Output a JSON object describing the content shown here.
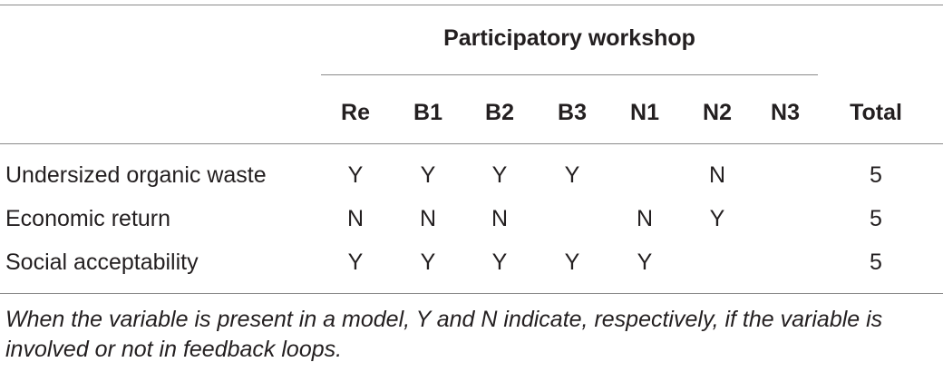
{
  "table": {
    "group_header": "Participatory workshop",
    "columns": [
      "Re",
      "B1",
      "B2",
      "B3",
      "N1",
      "N2",
      "N3",
      "Total"
    ],
    "rows": [
      {
        "label": "Undersized organic waste",
        "cells": [
          "Y",
          "Y",
          "Y",
          "Y",
          "",
          "N",
          "",
          "5"
        ]
      },
      {
        "label": "Economic return",
        "cells": [
          "N",
          "N",
          "N",
          "",
          "N",
          "Y",
          "",
          "5"
        ]
      },
      {
        "label": "Social acceptability",
        "cells": [
          "Y",
          "Y",
          "Y",
          "Y",
          "Y",
          "",
          "",
          "5"
        ]
      }
    ]
  },
  "footnote": "When the variable is present in a model, Y and N indicate, respectively, if the variable is involved or not in feedback loops."
}
